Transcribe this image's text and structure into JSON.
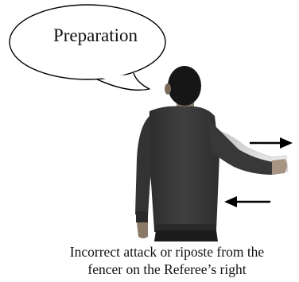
{
  "speech_bubble": {
    "text": "Preparation"
  },
  "caption": {
    "line1": "Incorrect attack or riposte from the",
    "line2": "fencer on the Referee’s right"
  },
  "arrows": {
    "top": {
      "direction": "right"
    },
    "bottom": {
      "direction": "left"
    }
  },
  "colors": {
    "background": "#ffffff",
    "sweater": "#3a3a3a",
    "pants": "#1c1c1c",
    "hair": "#161616",
    "faded_arm": "#dcdcdc",
    "arrow": "#000000"
  }
}
